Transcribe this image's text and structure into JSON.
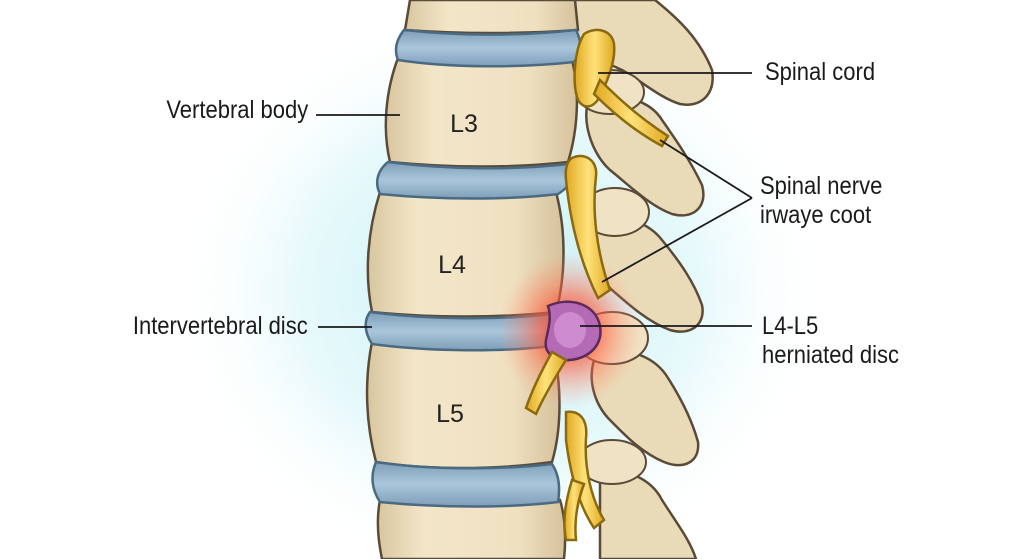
{
  "labels": {
    "vertebral_body": "Vertebral body",
    "intervertebral_disc": "Intervertebral disc",
    "spinal_cord": "Spinal cord",
    "spinal_nerve_line1": "Spinal nerve",
    "spinal_nerve_line2": "irwaye coot",
    "herniated_line1": "L4-L5",
    "herniated_line2": "herniated disc"
  },
  "vertebra_labels": {
    "l3": "L3",
    "l4": "L4",
    "l5": "L5"
  },
  "colors": {
    "bone": "#efe0c0",
    "bone_outline": "#5a4a38",
    "disc": "#8fb0c8",
    "nerve": "#f2c53a",
    "herniation": "#a05aa0",
    "inflammation": "#ff3020",
    "glow": "#bfeef4"
  }
}
